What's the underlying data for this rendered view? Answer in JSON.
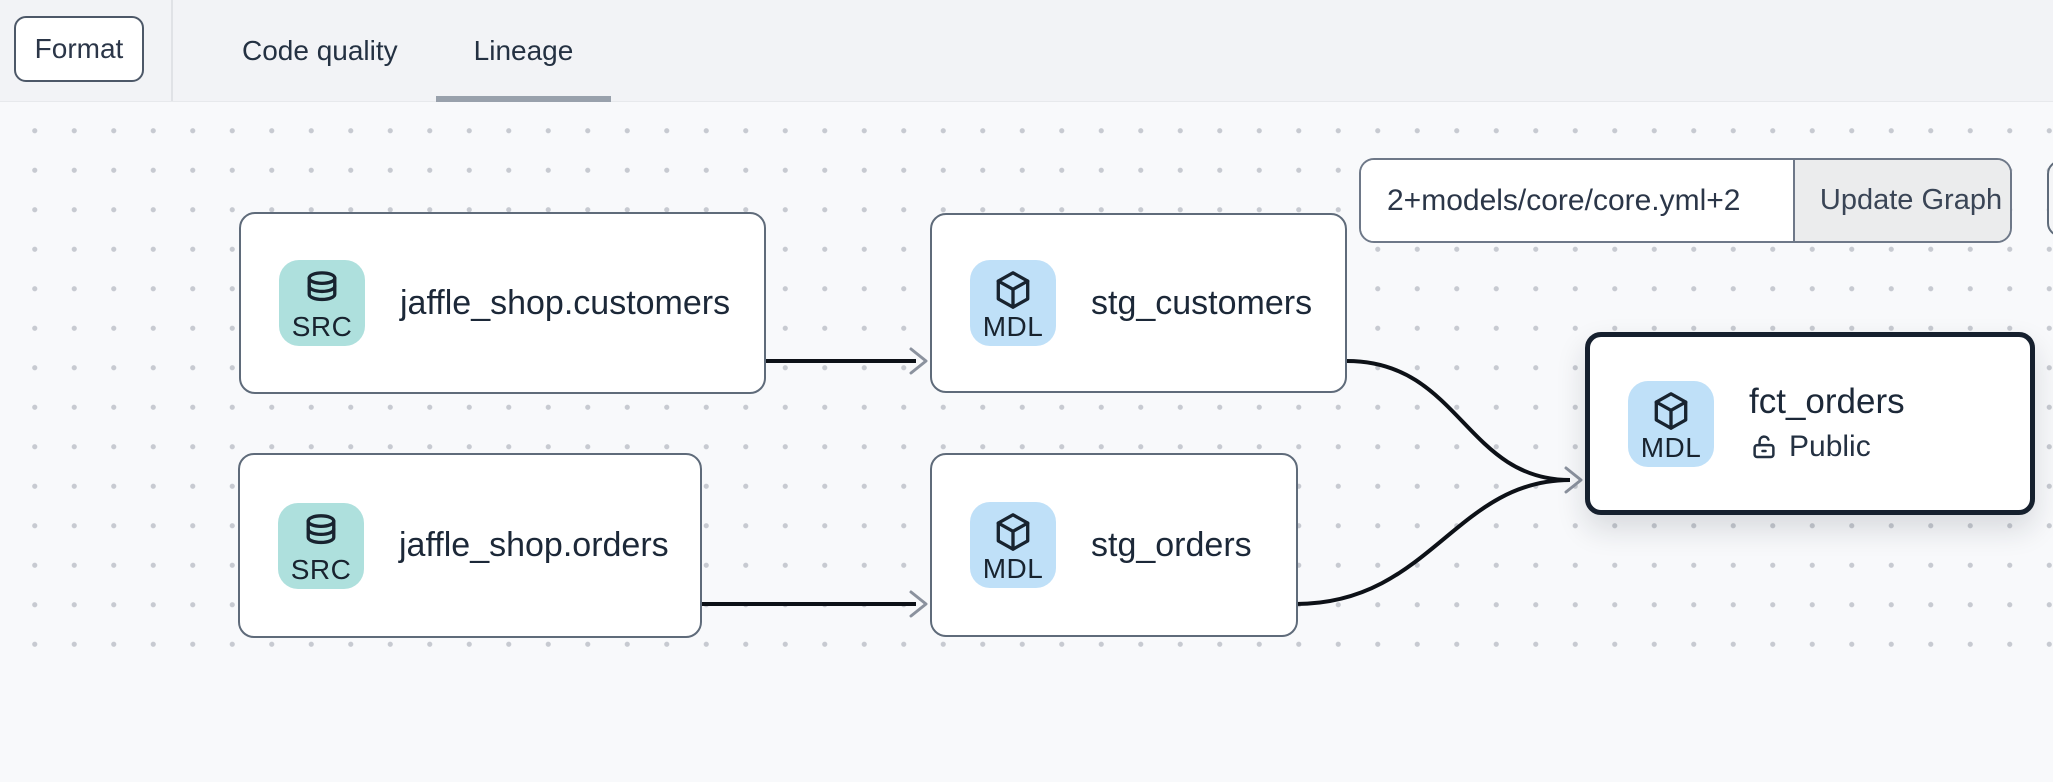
{
  "toolbar": {
    "format_button_label": "Format",
    "tabs": [
      {
        "label": "Code quality",
        "active": false
      },
      {
        "label": "Lineage",
        "active": true
      }
    ]
  },
  "controls": {
    "selector_value": "2+models/core/core.yml+2",
    "update_button_label": "Update Graph"
  },
  "graph": {
    "nodes": [
      {
        "id": "jaffle_shop.customers",
        "label": "jaffle_shop.customers",
        "badge": "SRC",
        "icon": "database-icon",
        "kind": "source",
        "selected": false
      },
      {
        "id": "stg_customers",
        "label": "stg_customers",
        "badge": "MDL",
        "icon": "cube-icon",
        "kind": "model",
        "selected": false
      },
      {
        "id": "jaffle_shop.orders",
        "label": "jaffle_shop.orders",
        "badge": "SRC",
        "icon": "database-icon",
        "kind": "source",
        "selected": false
      },
      {
        "id": "stg_orders",
        "label": "stg_orders",
        "badge": "MDL",
        "icon": "cube-icon",
        "kind": "model",
        "selected": false
      },
      {
        "id": "fct_orders",
        "label": "fct_orders",
        "badge": "MDL",
        "icon": "cube-icon",
        "kind": "model",
        "access": "Public",
        "selected": true
      }
    ],
    "edges": [
      {
        "from": "jaffle_shop.customers",
        "to": "stg_customers"
      },
      {
        "from": "jaffle_shop.orders",
        "to": "stg_orders"
      },
      {
        "from": "stg_customers",
        "to": "fct_orders"
      },
      {
        "from": "stg_orders",
        "to": "fct_orders"
      }
    ]
  },
  "colors": {
    "source_badge_bg": "#aee0dd",
    "model_badge_bg": "#bfe0f8",
    "node_border": "#5f6b7a",
    "selected_node_border": "#16202e",
    "edge": "#0d1117",
    "arrowhead": "#8b929e",
    "tab_underline": "#99a1ac",
    "topbar_bg": "#f2f3f6",
    "canvas_bg": "#f8f9fb",
    "text": "#1f2b3d"
  }
}
